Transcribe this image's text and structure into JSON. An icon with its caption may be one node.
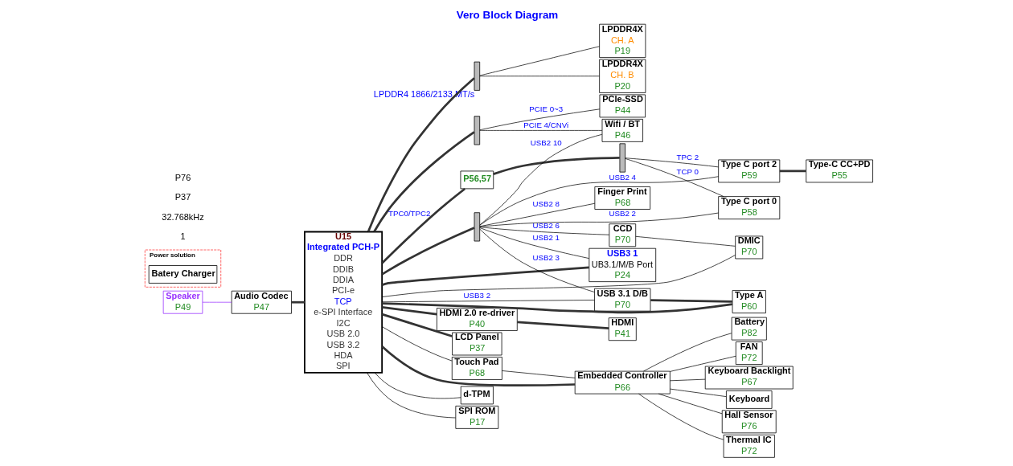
{
  "diagram": {
    "title": "Vero Block Diagram",
    "nodes": [
      {
        "text": [
          "U15",
          "Integrated PCH-P",
          "DDR",
          "DDIB",
          "DDIA",
          "PCI-e",
          "TCP",
          "e-SPI Interface",
          "I2C",
          "USB 2.0",
          "USB 3.2",
          "HDA",
          "SPI"
        ]
      },
      {
        "text": [],
        "shape": "bar",
        "beside": [
          "LPDDR4 1866/2133 MT/s"
        ]
      },
      {
        "text": [
          "LPDDR4X",
          "CH. B",
          "P20"
        ]
      },
      {
        "text": [
          "LPDDR4X",
          "CH. A",
          "P19"
        ]
      },
      {
        "text": [
          "PCIe-SSD",
          "P44"
        ]
      },
      {
        "text": [],
        "shape": "bar"
      },
      {
        "text": [
          "Wifi / BT",
          "P46"
        ]
      },
      {
        "text": [],
        "shape": "bar"
      },
      {
        "text": [
          "P56,57"
        ]
      },
      {
        "text": [
          "Type C port 0",
          "P58"
        ]
      },
      {
        "text": [
          "Type C port 2",
          "P59"
        ]
      },
      {
        "text": [
          "Type-C CC+PD",
          "P55"
        ]
      },
      {
        "text": [
          "USB3 1",
          "UB3.1/M/B Port",
          "P24"
        ]
      },
      {
        "text": [],
        "shape": "bar"
      },
      {
        "text": [
          "Finger Print",
          "P68"
        ]
      },
      {
        "text": [
          "CCD",
          "P70"
        ]
      },
      {
        "text": [
          "DMIC",
          "P70"
        ]
      },
      {
        "text": [
          "USB 3.1 D/B",
          "P70"
        ]
      },
      {
        "text": [
          "Type A",
          "P60"
        ]
      },
      {
        "text": [
          "Audio Codec",
          "P47"
        ]
      },
      {
        "text": [
          "Speaker",
          "P49"
        ]
      },
      {
        "text": [
          "HDMI 2.0 re-driver",
          "P40"
        ]
      },
      {
        "text": [
          "HDMI",
          "P41"
        ]
      },
      {
        "text": [
          "LCD Panel",
          "P37"
        ]
      },
      {
        "text": [
          "Embedded Controller",
          "P66"
        ]
      },
      {
        "text": [
          "Touch Pad",
          "P68"
        ]
      },
      {
        "text": [
          "Battery",
          "P82"
        ]
      },
      {
        "text": [
          "FAN",
          "P72"
        ]
      },
      {
        "text": [
          "Keyboard Backlight",
          "P67"
        ]
      },
      {
        "text": [
          "Keyboard"
        ]
      },
      {
        "text": [
          "Hall Sensor",
          "P76"
        ]
      },
      {
        "text": [
          "Thermal IC",
          "P72"
        ]
      },
      {
        "text": [
          "d-TPM"
        ]
      },
      {
        "text": [
          "SPI ROM",
          "P17"
        ]
      },
      {
        "text": [
          "Power solution"
        ]
      },
      {
        "text": [
          "Batery Charger"
        ],
        "in": 34
      }
    ],
    "edges": [
      {
        "from": 0,
        "to": 1,
        "arrow": "none",
        "style": "thick"
      },
      {
        "from": 1,
        "to": 2,
        "arrow": "none"
      },
      {
        "from": 1,
        "to": 3,
        "arrow": "none"
      },
      {
        "from": 0,
        "to": 5,
        "arrow": "none",
        "style": "thick"
      },
      {
        "from": 5,
        "to": 4,
        "arrow": "none",
        "label": "PCIE 0~3"
      },
      {
        "from": 5,
        "to": 6,
        "arrow": "none",
        "label": "PCIE 4/CNVi"
      },
      {
        "from": 0,
        "to": 8,
        "arrow": "none",
        "style": "thick",
        "label": "TPC0/TPC2"
      },
      {
        "from": 8,
        "to": 7,
        "arrow": "none",
        "style": "thick"
      },
      {
        "from": 7,
        "to": 9,
        "arrow": "none",
        "label": "TCP 0"
      },
      {
        "from": 7,
        "to": 10,
        "arrow": "none",
        "label": "TPC 2"
      },
      {
        "from": 10,
        "to": 11,
        "arrow": "none",
        "style": "thick"
      },
      {
        "from": 0,
        "to": 12,
        "arrow": "none",
        "style": "thick"
      },
      {
        "from": 0,
        "to": 13,
        "arrow": "none",
        "style": "thick"
      },
      {
        "from": 13,
        "to": 6,
        "arrow": "none",
        "label": "USB2 10"
      },
      {
        "from": 13,
        "to": 9,
        "arrow": "none",
        "label": "USB2 2"
      },
      {
        "from": 13,
        "to": 10,
        "arrow": "none",
        "label": "USB2 4"
      },
      {
        "from": 13,
        "to": 12,
        "arrow": "none",
        "label": "USB2 1"
      },
      {
        "from": 13,
        "to": 14,
        "arrow": "none",
        "label": "USB2 8"
      },
      {
        "from": 13,
        "to": 15,
        "arrow": "none",
        "label": "USB2 6"
      },
      {
        "from": 13,
        "to": 17,
        "arrow": "none",
        "label": "USB2 3"
      },
      {
        "from": 0,
        "to": 17,
        "arrow": "none",
        "label": "USB3 2"
      },
      {
        "from": 17,
        "to": 18,
        "arrow": "none",
        "style": "thick"
      },
      {
        "from": 18,
        "to": 0,
        "arrow": "none",
        "style": "thick"
      },
      {
        "from": 15,
        "to": 16,
        "arrow": "none"
      },
      {
        "from": 16,
        "to": 0,
        "arrow": "none"
      },
      {
        "from": 19,
        "to": 0,
        "arrow": "none",
        "style": "thick"
      },
      {
        "from": 20,
        "to": 19,
        "arrow": "none",
        "color": "#9933ff"
      },
      {
        "from": 0,
        "to": 21,
        "arrow": "none",
        "style": "thick"
      },
      {
        "from": 21,
        "to": 22,
        "arrow": "none",
        "style": "thick"
      },
      {
        "from": 0,
        "to": 23,
        "arrow": "none",
        "style": "thick"
      },
      {
        "from": 0,
        "to": 24,
        "arrow": "none",
        "style": "thick"
      },
      {
        "from": 0,
        "to": 25,
        "arrow": "none"
      },
      {
        "from": 25,
        "to": 24,
        "arrow": "none"
      },
      {
        "from": 24,
        "to": 26,
        "arrow": "none"
      },
      {
        "from": 24,
        "to": 27,
        "arrow": "none"
      },
      {
        "from": 24,
        "to": 28,
        "arrow": "none"
      },
      {
        "from": 24,
        "to": 29,
        "arrow": "none"
      },
      {
        "from": 24,
        "to": 30,
        "arrow": "none"
      },
      {
        "from": 24,
        "to": 31,
        "arrow": "none"
      },
      {
        "from": 0,
        "to": 32,
        "arrow": "none"
      },
      {
        "from": 0,
        "to": 33,
        "arrow": "none"
      }
    ],
    "labels": [
      "1",
      "32.768kHz",
      "P37",
      "P76"
    ]
  }
}
